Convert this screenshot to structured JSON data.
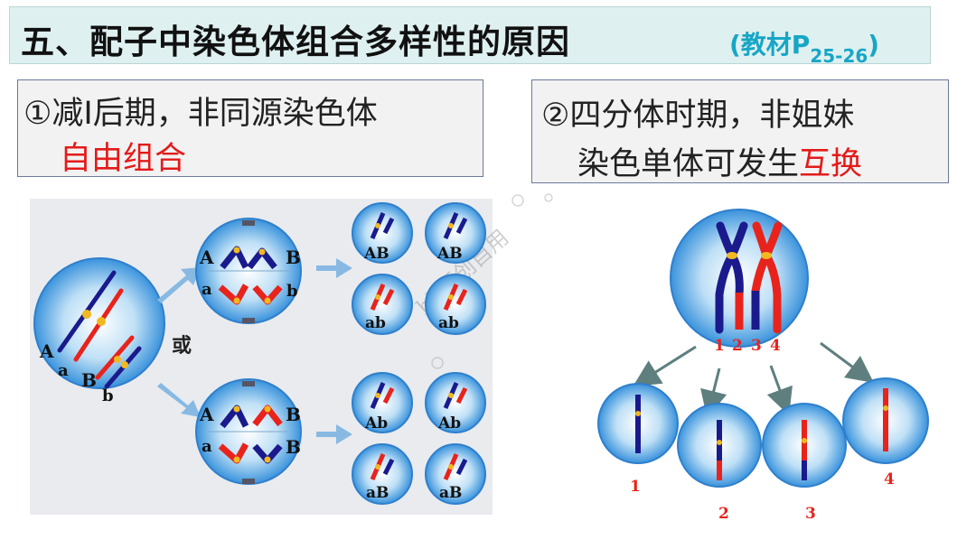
{
  "title": {
    "main": "五、配子中染色体组合多样性的原因",
    "ref_prefix": "(教材P",
    "ref_sub": "25-26",
    "ref_suffix": ")"
  },
  "point1": {
    "line1": "①减Ⅰ后期，非同源染色体",
    "line2": "自由组合"
  },
  "point2": {
    "line1": "②四分体时期，非姐妹",
    "line2_prefix": "染色单体可发生",
    "line2_highlight": "互换"
  },
  "left_diagram": {
    "or_label": "或",
    "parent_labels": [
      "A",
      "a",
      "B",
      "b"
    ],
    "upper_cell_labels": [
      "A",
      "B",
      "a",
      "b"
    ],
    "lower_cell_labels": [
      "A",
      "B",
      "a",
      "B"
    ],
    "gametes": [
      "AB",
      "AB",
      "ab",
      "ab",
      "Ab",
      "Ab",
      "aB",
      "aB"
    ]
  },
  "right_diagram": {
    "chromatid_numbers": [
      "1",
      "2",
      "3",
      "4"
    ],
    "gamete_numbers": [
      "1",
      "2",
      "3",
      "4"
    ]
  },
  "watermark": "hb原创自用",
  "colors": {
    "blue": "#1a1a8c",
    "red": "#e8231c",
    "title_bg": "#dff0f0",
    "ref_color": "#17a6c6"
  }
}
